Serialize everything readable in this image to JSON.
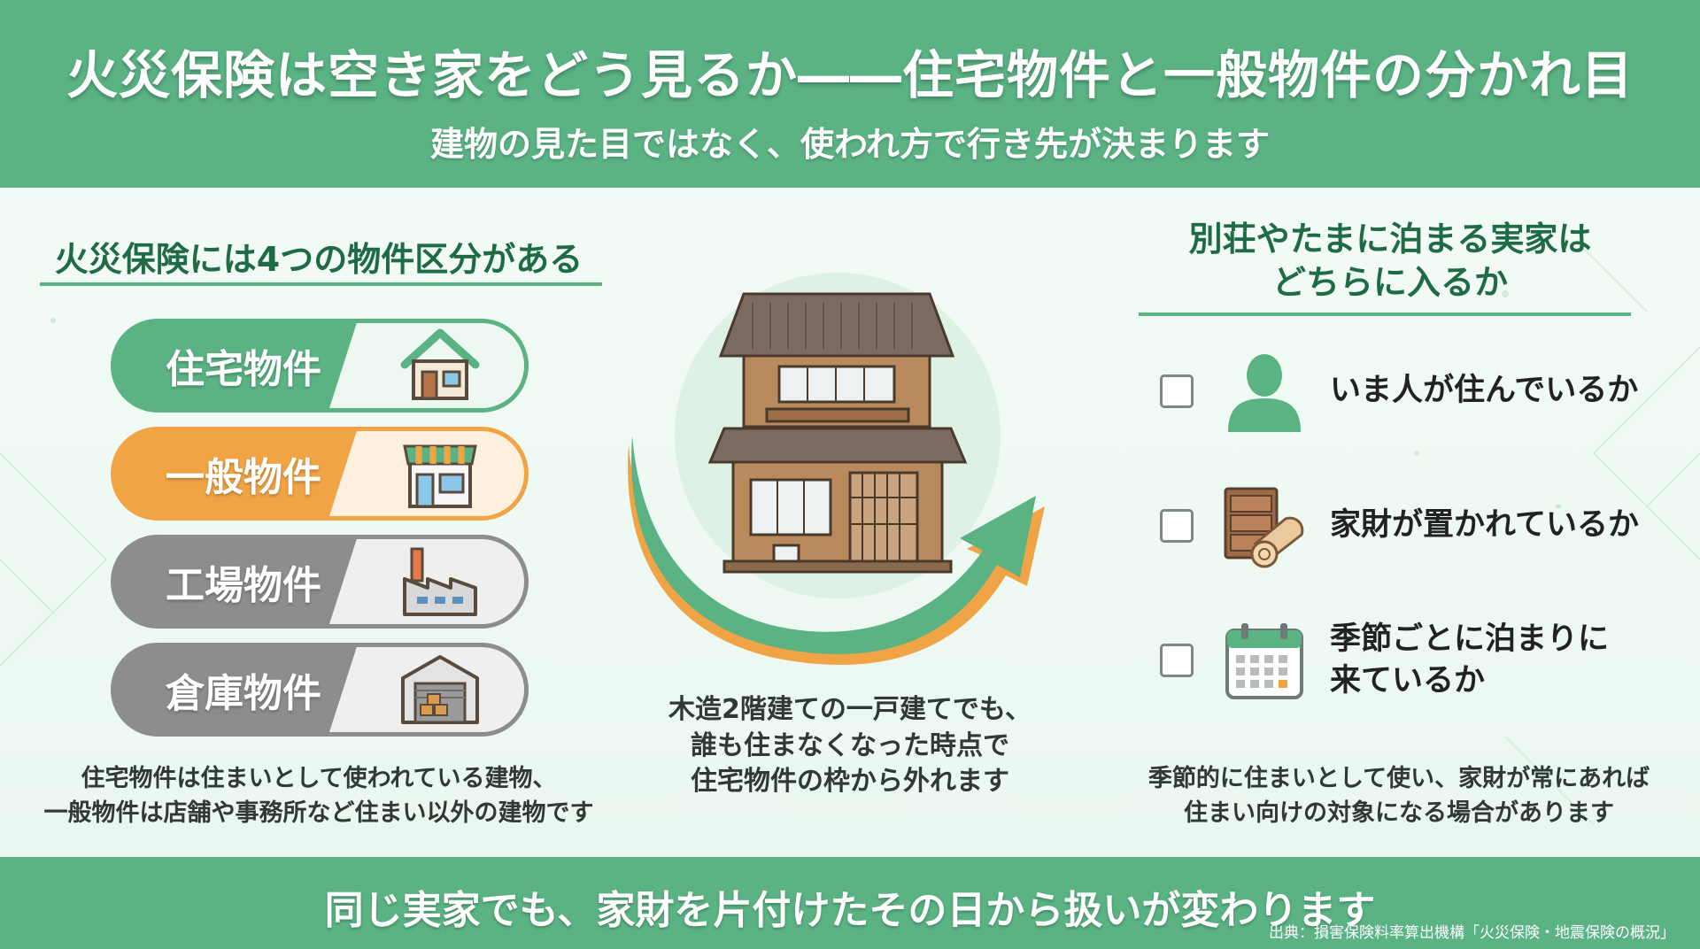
{
  "header": {
    "title": "火災保険は空き家をどう見るか――住宅物件と一般物件の分かれ目",
    "subtitle": "建物の見た目ではなく、使われ方で行き先が決まります"
  },
  "left": {
    "heading": "火災保険には4つの物件区分がある",
    "categories": [
      {
        "label": "住宅物件",
        "icon": "house-icon",
        "color": "#5bb384"
      },
      {
        "label": "一般物件",
        "icon": "shop-icon",
        "color": "#f0a445"
      },
      {
        "label": "工場物件",
        "icon": "factory-icon",
        "color": "#8d8d8d"
      },
      {
        "label": "倉庫物件",
        "icon": "warehouse-icon",
        "color": "#8d8d8d"
      }
    ],
    "caption_line1": "住宅物件は住まいとして使われている建物、",
    "caption_line2": "一般物件は店舗や事務所など住まい以外の建物です"
  },
  "center": {
    "illustration": "two-story-wooden-house",
    "caption_line1": "木造2階建ての一戸建てでも、",
    "caption_line2": "誰も住まなくなった時点で",
    "caption_line3": "住宅物件の枠から外れます"
  },
  "right": {
    "heading_line1": "別荘やたまに泊まる実家は",
    "heading_line2": "どちらに入るか",
    "checks": [
      {
        "text_line1": "いま人が住んでいるか",
        "text_line2": "",
        "icon": "person-icon",
        "checked": false
      },
      {
        "text_line1": "家財が置かれているか",
        "text_line2": "",
        "icon": "furniture-icon",
        "checked": false
      },
      {
        "text_line1": "季節ごとに泊まりに",
        "text_line2": "来ているか",
        "icon": "calendar-icon",
        "checked": false
      }
    ],
    "caption_line1": "季節的に住まいとして使い、家財が常にあれば",
    "caption_line2": "住まい向けの対象になる場合があります"
  },
  "footer": {
    "text": "同じ実家でも、家財を片付けたその日から扱いが変わります",
    "source": "出典：損害保険料率算出機構「火災保険・地震保険の概況」"
  },
  "colors": {
    "brand_green": "#5bb384",
    "accent_orange": "#f0a445",
    "neutral_gray": "#8d8d8d"
  }
}
